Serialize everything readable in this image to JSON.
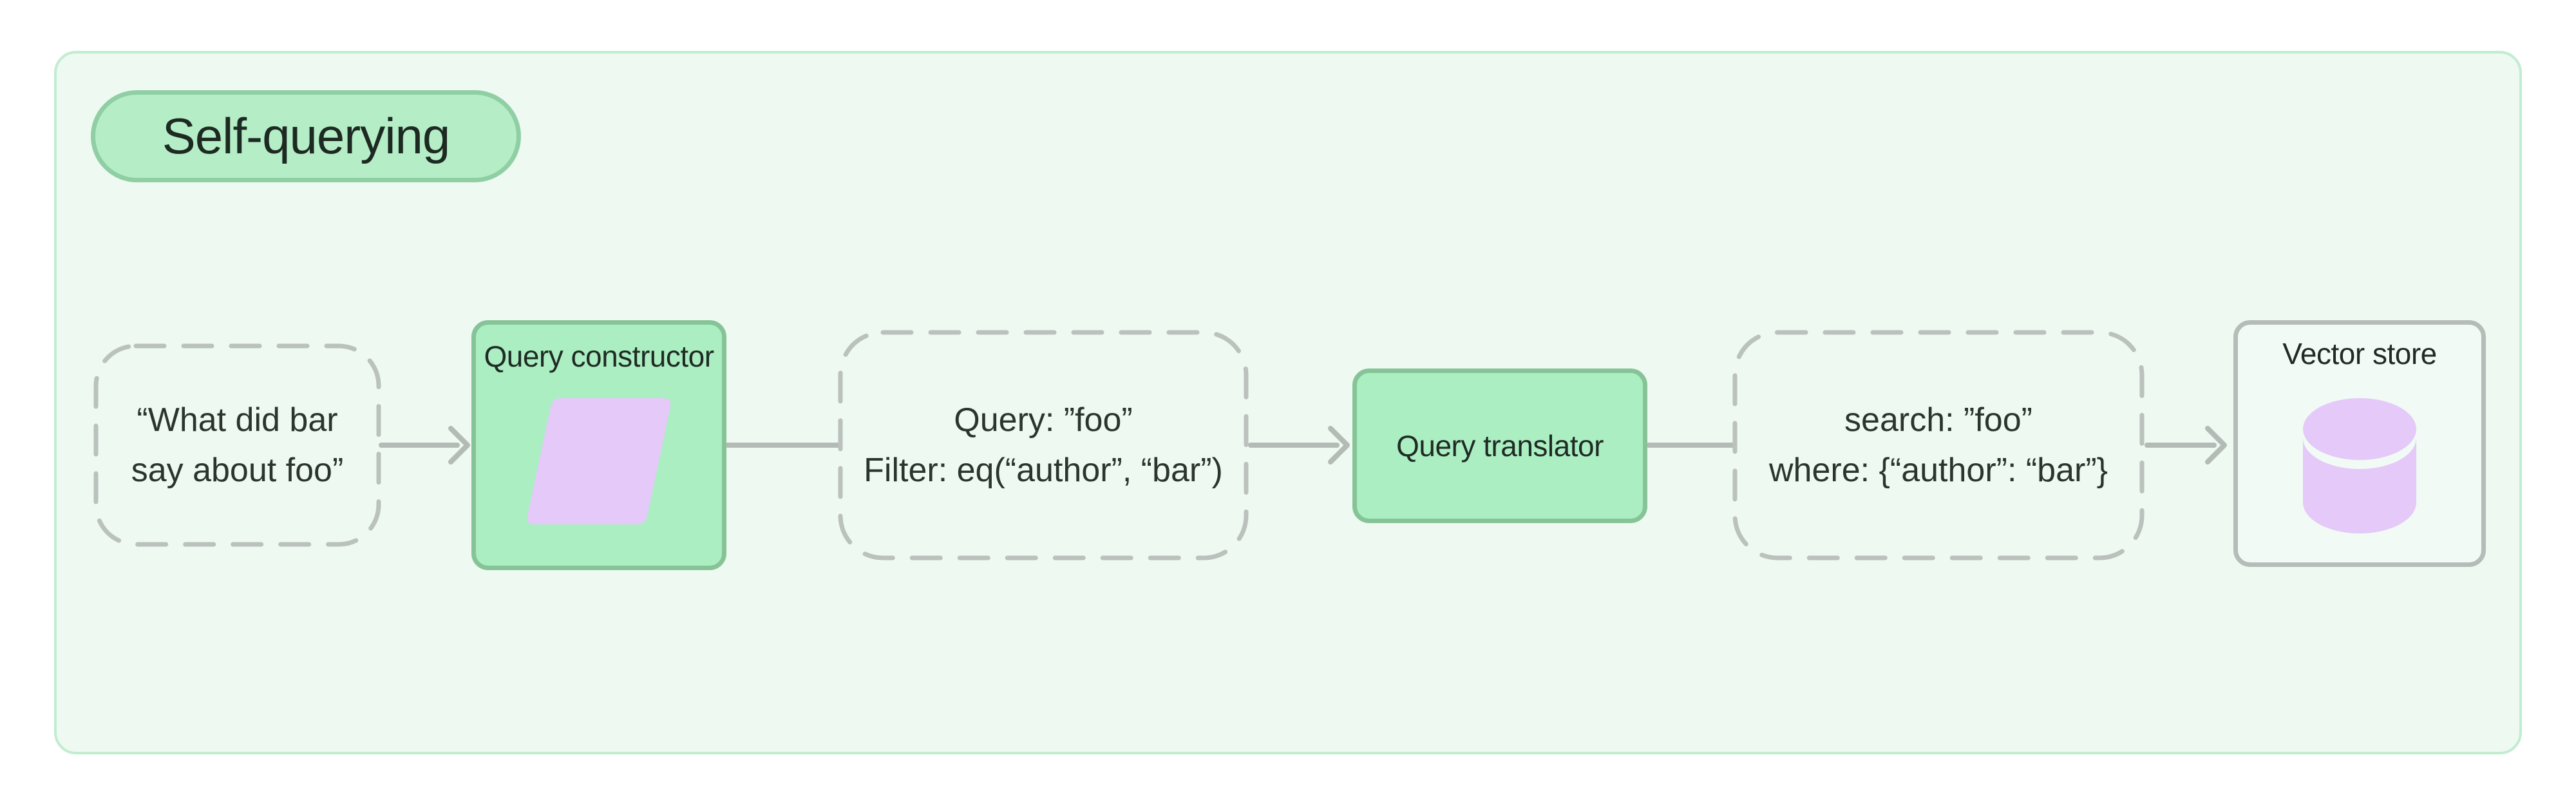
{
  "diagram": {
    "title": "Self-querying",
    "colors": {
      "page_bg": "#ffffff",
      "panel_bg": "#edf9f1",
      "panel_border": "#c2ecd0",
      "pill_bg": "#b5edc7",
      "pill_border": "#90cfa3",
      "process_box_bg": "#abeec2",
      "process_box_border": "#86c497",
      "accent_purple": "#e4c9f9",
      "dashed_border": "#bbc1bd",
      "connector_gray": "#b4bbb6",
      "store_border": "#b6bcb8",
      "text_dark": "#2b352e"
    },
    "nodes": {
      "user_query": {
        "line1": "“What did bar",
        "line2": "say about foo”"
      },
      "query_constructor": {
        "label": "Query constructor",
        "icon": "parallelogram-icon"
      },
      "structured_query": {
        "line1": "Query: ”foo”",
        "line2": "Filter: eq(“author”, “bar”)"
      },
      "query_translator": {
        "label": "Query translator"
      },
      "translated_query": {
        "line1": "search: ”foo”",
        "line2": "where: {“author”: “bar”}"
      },
      "vector_store": {
        "label": "Vector store",
        "icon": "database-cylinder-icon"
      }
    }
  }
}
